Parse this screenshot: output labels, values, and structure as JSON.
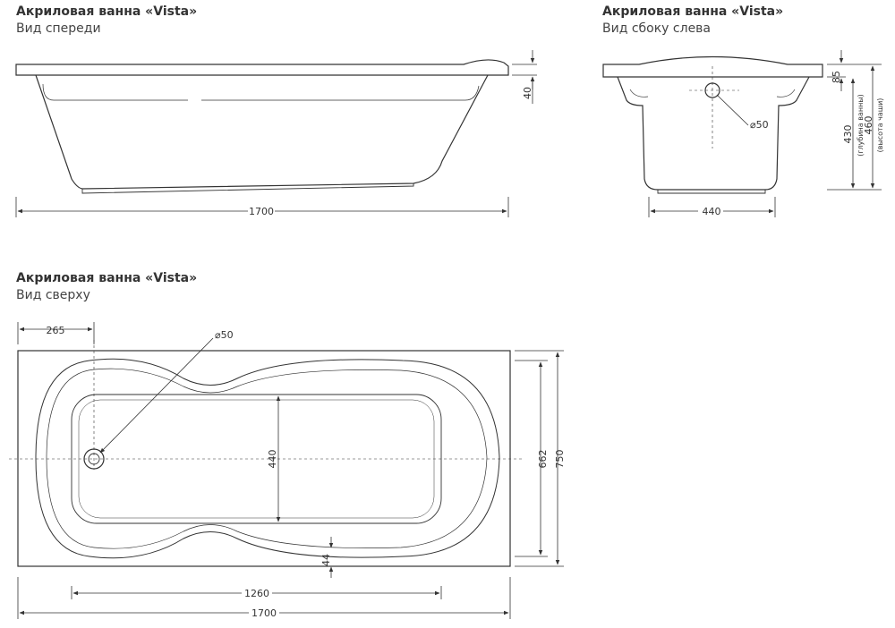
{
  "views": {
    "front": {
      "title": "Акриловая ванна «Vista»",
      "subtitle": "Вид спереди"
    },
    "side": {
      "title": "Акриловая ванна «Vista»",
      "subtitle": "Вид сбоку слева"
    },
    "top": {
      "title": "Акриловая ванна «Vista»",
      "subtitle": "Вид сверху"
    }
  },
  "dimensions": {
    "front": {
      "length": "1700",
      "rim": "40"
    },
    "side": {
      "width": "440",
      "drain": "⌀50",
      "rim": "85",
      "depth": "430",
      "depth_note": "(глубина ванны)",
      "height": "460",
      "height_note": "(высота чаши)"
    },
    "top": {
      "offset": "265",
      "drain": "⌀50",
      "inner_width": "440",
      "inner_length": "1260",
      "edge": "44",
      "width_inner": "662",
      "width": "750",
      "length": "1700"
    }
  }
}
